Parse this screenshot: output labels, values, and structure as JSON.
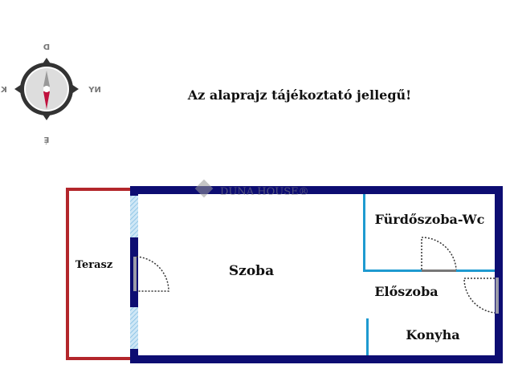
{
  "notice": "Az alaprajz tájékoztató jellegű!",
  "watermark": "DUNA HOUSE®",
  "compass": {
    "top": "D",
    "right": "NY",
    "bottom": "É",
    "left": "K"
  },
  "rooms": {
    "terrace": "Terasz",
    "room": "Szoba",
    "bathroom": "Fürdőszoba-Wc",
    "hall": "Előszoba",
    "kitchen": "Konyha"
  },
  "colors": {
    "outer_wall": "#0d0d72",
    "inner_wall": "#1e9ad0",
    "terrace": "#b3262b",
    "window": "#a8d4ee",
    "door": "#9a9aa8",
    "needle_south": "#c0103d"
  }
}
